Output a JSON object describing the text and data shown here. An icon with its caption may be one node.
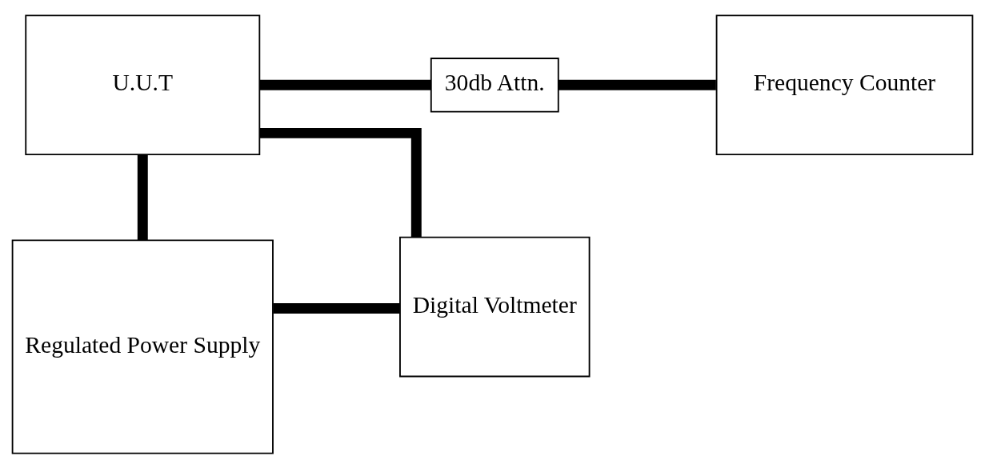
{
  "diagram": {
    "nodes": [
      {
        "text": [
          "U.U.T"
        ]
      },
      {
        "text": [
          "30db Attn."
        ]
      },
      {
        "text": [
          "Frequency Counter"
        ]
      },
      {
        "text": [
          "Regulated Power Supply"
        ]
      },
      {
        "text": [
          "Digital Voltmeter"
        ]
      }
    ],
    "edges": [
      {
        "from": 0,
        "to": 1,
        "arrow": "none"
      },
      {
        "from": 1,
        "to": 2,
        "arrow": "none"
      },
      {
        "from": 0,
        "to": 3,
        "arrow": "none"
      },
      {
        "from": 0,
        "to": 4,
        "arrow": "none"
      },
      {
        "from": 3,
        "to": 4,
        "arrow": "none"
      }
    ]
  }
}
